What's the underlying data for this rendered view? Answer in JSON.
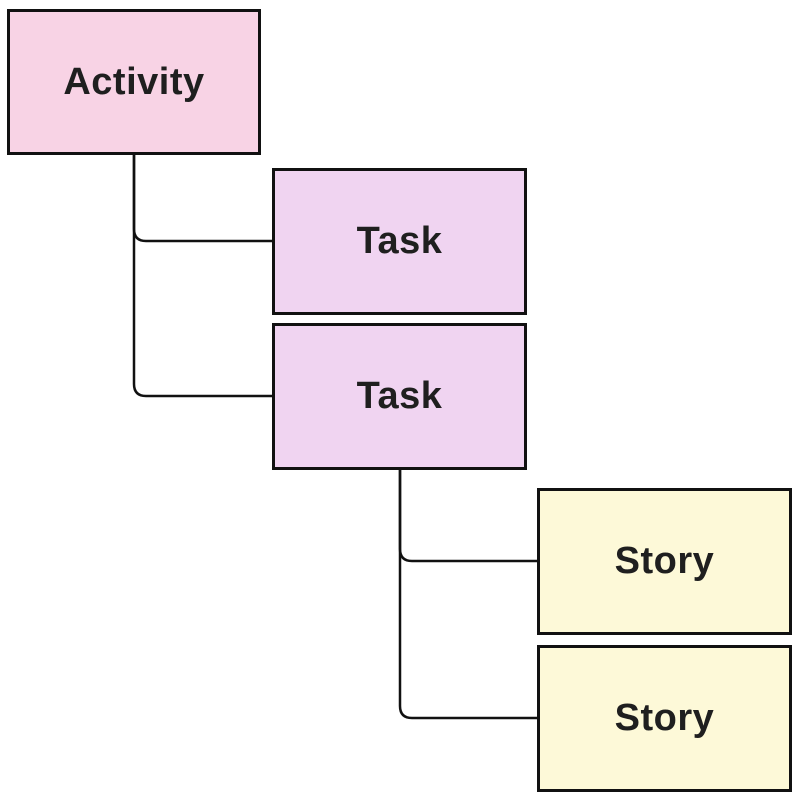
{
  "theme": {
    "bg": "#ffffff",
    "line": "#111111",
    "text": "#1f1f1f",
    "activity_fill": "#f8d3e5",
    "task_fill": "#f0d4f1",
    "story_fill": "#fdf9d8"
  },
  "diagram": {
    "type": "hierarchy-tree",
    "nodes": [
      {
        "id": "activity",
        "label": "Activity",
        "kind": "activity"
      },
      {
        "id": "task-1",
        "label": "Task",
        "kind": "task"
      },
      {
        "id": "task-2",
        "label": "Task",
        "kind": "task"
      },
      {
        "id": "story-1",
        "label": "Story",
        "kind": "story"
      },
      {
        "id": "story-2",
        "label": "Story",
        "kind": "story"
      }
    ],
    "edges": [
      {
        "from": "activity",
        "to": "task-1"
      },
      {
        "from": "activity",
        "to": "task-2"
      },
      {
        "from": "task-2",
        "to": "story-1"
      },
      {
        "from": "task-2",
        "to": "story-2"
      }
    ]
  }
}
